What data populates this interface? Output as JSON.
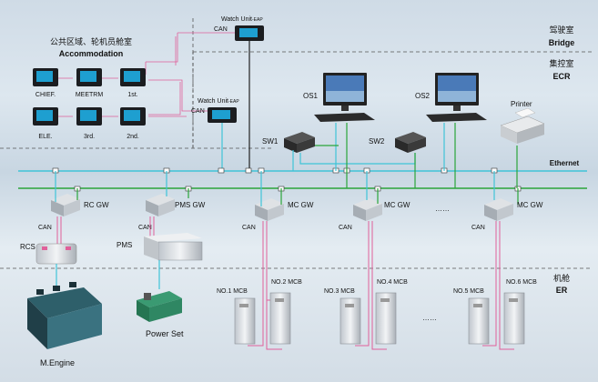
{
  "colors": {
    "ethernet_green": "#2aa53a",
    "ethernet_cyan": "#3fc4d8",
    "can_pink": "#e0609a",
    "zone_dash": "#555555",
    "panel_screen": "#1e9fd0"
  },
  "zones": {
    "bridge": {
      "cn": "驾驶室",
      "en": "Bridge"
    },
    "ecr": {
      "cn": "集控室",
      "en": "ECR"
    },
    "er": {
      "cn": "机舱",
      "en": "ER"
    },
    "ethernet": "Ethernet"
  },
  "accommodation": {
    "title_cn": "公共区域、轮机员舱室",
    "title_en": "Accommodation",
    "panels": [
      "CHIEF.",
      "MEETRM",
      "1st.",
      "ELE.",
      "3rd.",
      "2nd."
    ]
  },
  "watch_units": [
    {
      "label": "Watch Unit",
      "suffix": "-EAP",
      "can": "CAN"
    },
    {
      "label": "Watch Unit",
      "suffix": "-EAP",
      "can": "CAN"
    }
  ],
  "workstations": {
    "os1": "OS1",
    "os2": "OS2",
    "printer": "Printer"
  },
  "switches": {
    "sw1": "SW1",
    "sw2": "SW2"
  },
  "gateways": {
    "rc": "RC GW",
    "pms": "PMS GW",
    "mc1": "MC GW",
    "mc2": "MC GW",
    "mc3": "MC GW",
    "can": "CAN",
    "ellipsis": "……"
  },
  "devices": {
    "rcs": "RCS",
    "pms": "PMS",
    "engine": "M.Engine",
    "power": "Power Set"
  },
  "mcbs": [
    "NO.1 MCB",
    "NO.2 MCB",
    "NO.3 MCB",
    "NO.4 MCB",
    "NO.5 MCB",
    "NO.6 MCB"
  ],
  "mcb_ellipsis": "……"
}
